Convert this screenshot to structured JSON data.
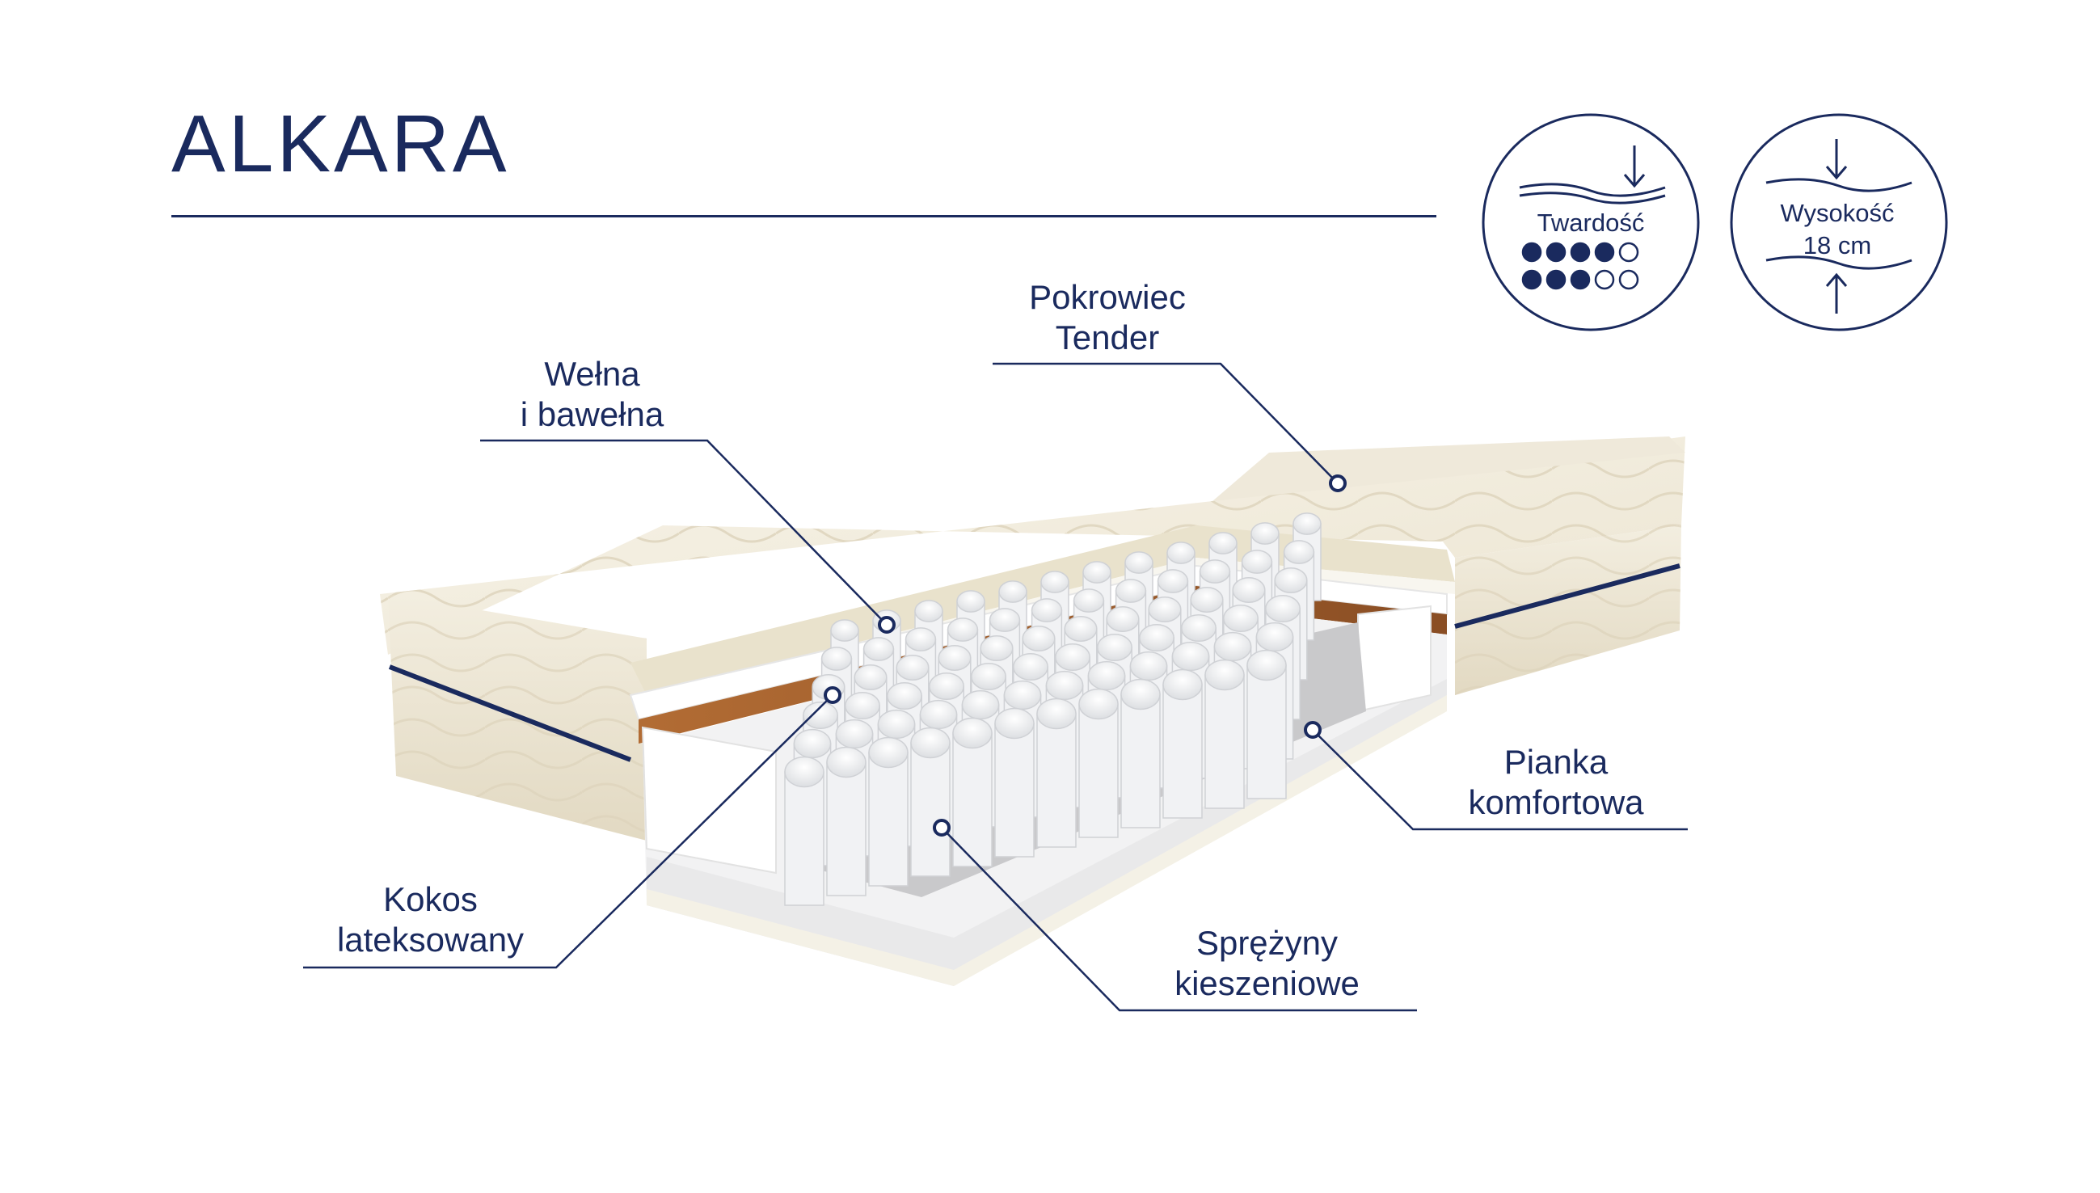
{
  "title": "ALKARA",
  "colors": {
    "primary": "#1a2a5e",
    "cover": "#f4f0e4",
    "cover_shadow": "#e4dcc8",
    "foam": "#ffffff",
    "coconut": "#9a5a2c",
    "wool": "#ece6d4"
  },
  "callouts": {
    "cover": [
      "Pokrowiec",
      "Tender"
    ],
    "wool": [
      "Wełna",
      "i bawełna"
    ],
    "foam": [
      "Pianka",
      "komfortowa"
    ],
    "coconut": [
      "Kokos",
      "lateksowany"
    ],
    "springs": [
      "Sprężyny",
      "kieszeniowe"
    ]
  },
  "badges": {
    "firmness": {
      "label": "Twardość",
      "row1_filled": 4,
      "row1_total": 5,
      "row2_filled": 3,
      "row2_total": 5,
      "icon": "arrow-down-icon"
    },
    "height": {
      "label": "Wysokość",
      "value": "18 cm",
      "icons": [
        "arrow-down-icon",
        "arrow-up-icon"
      ]
    }
  }
}
